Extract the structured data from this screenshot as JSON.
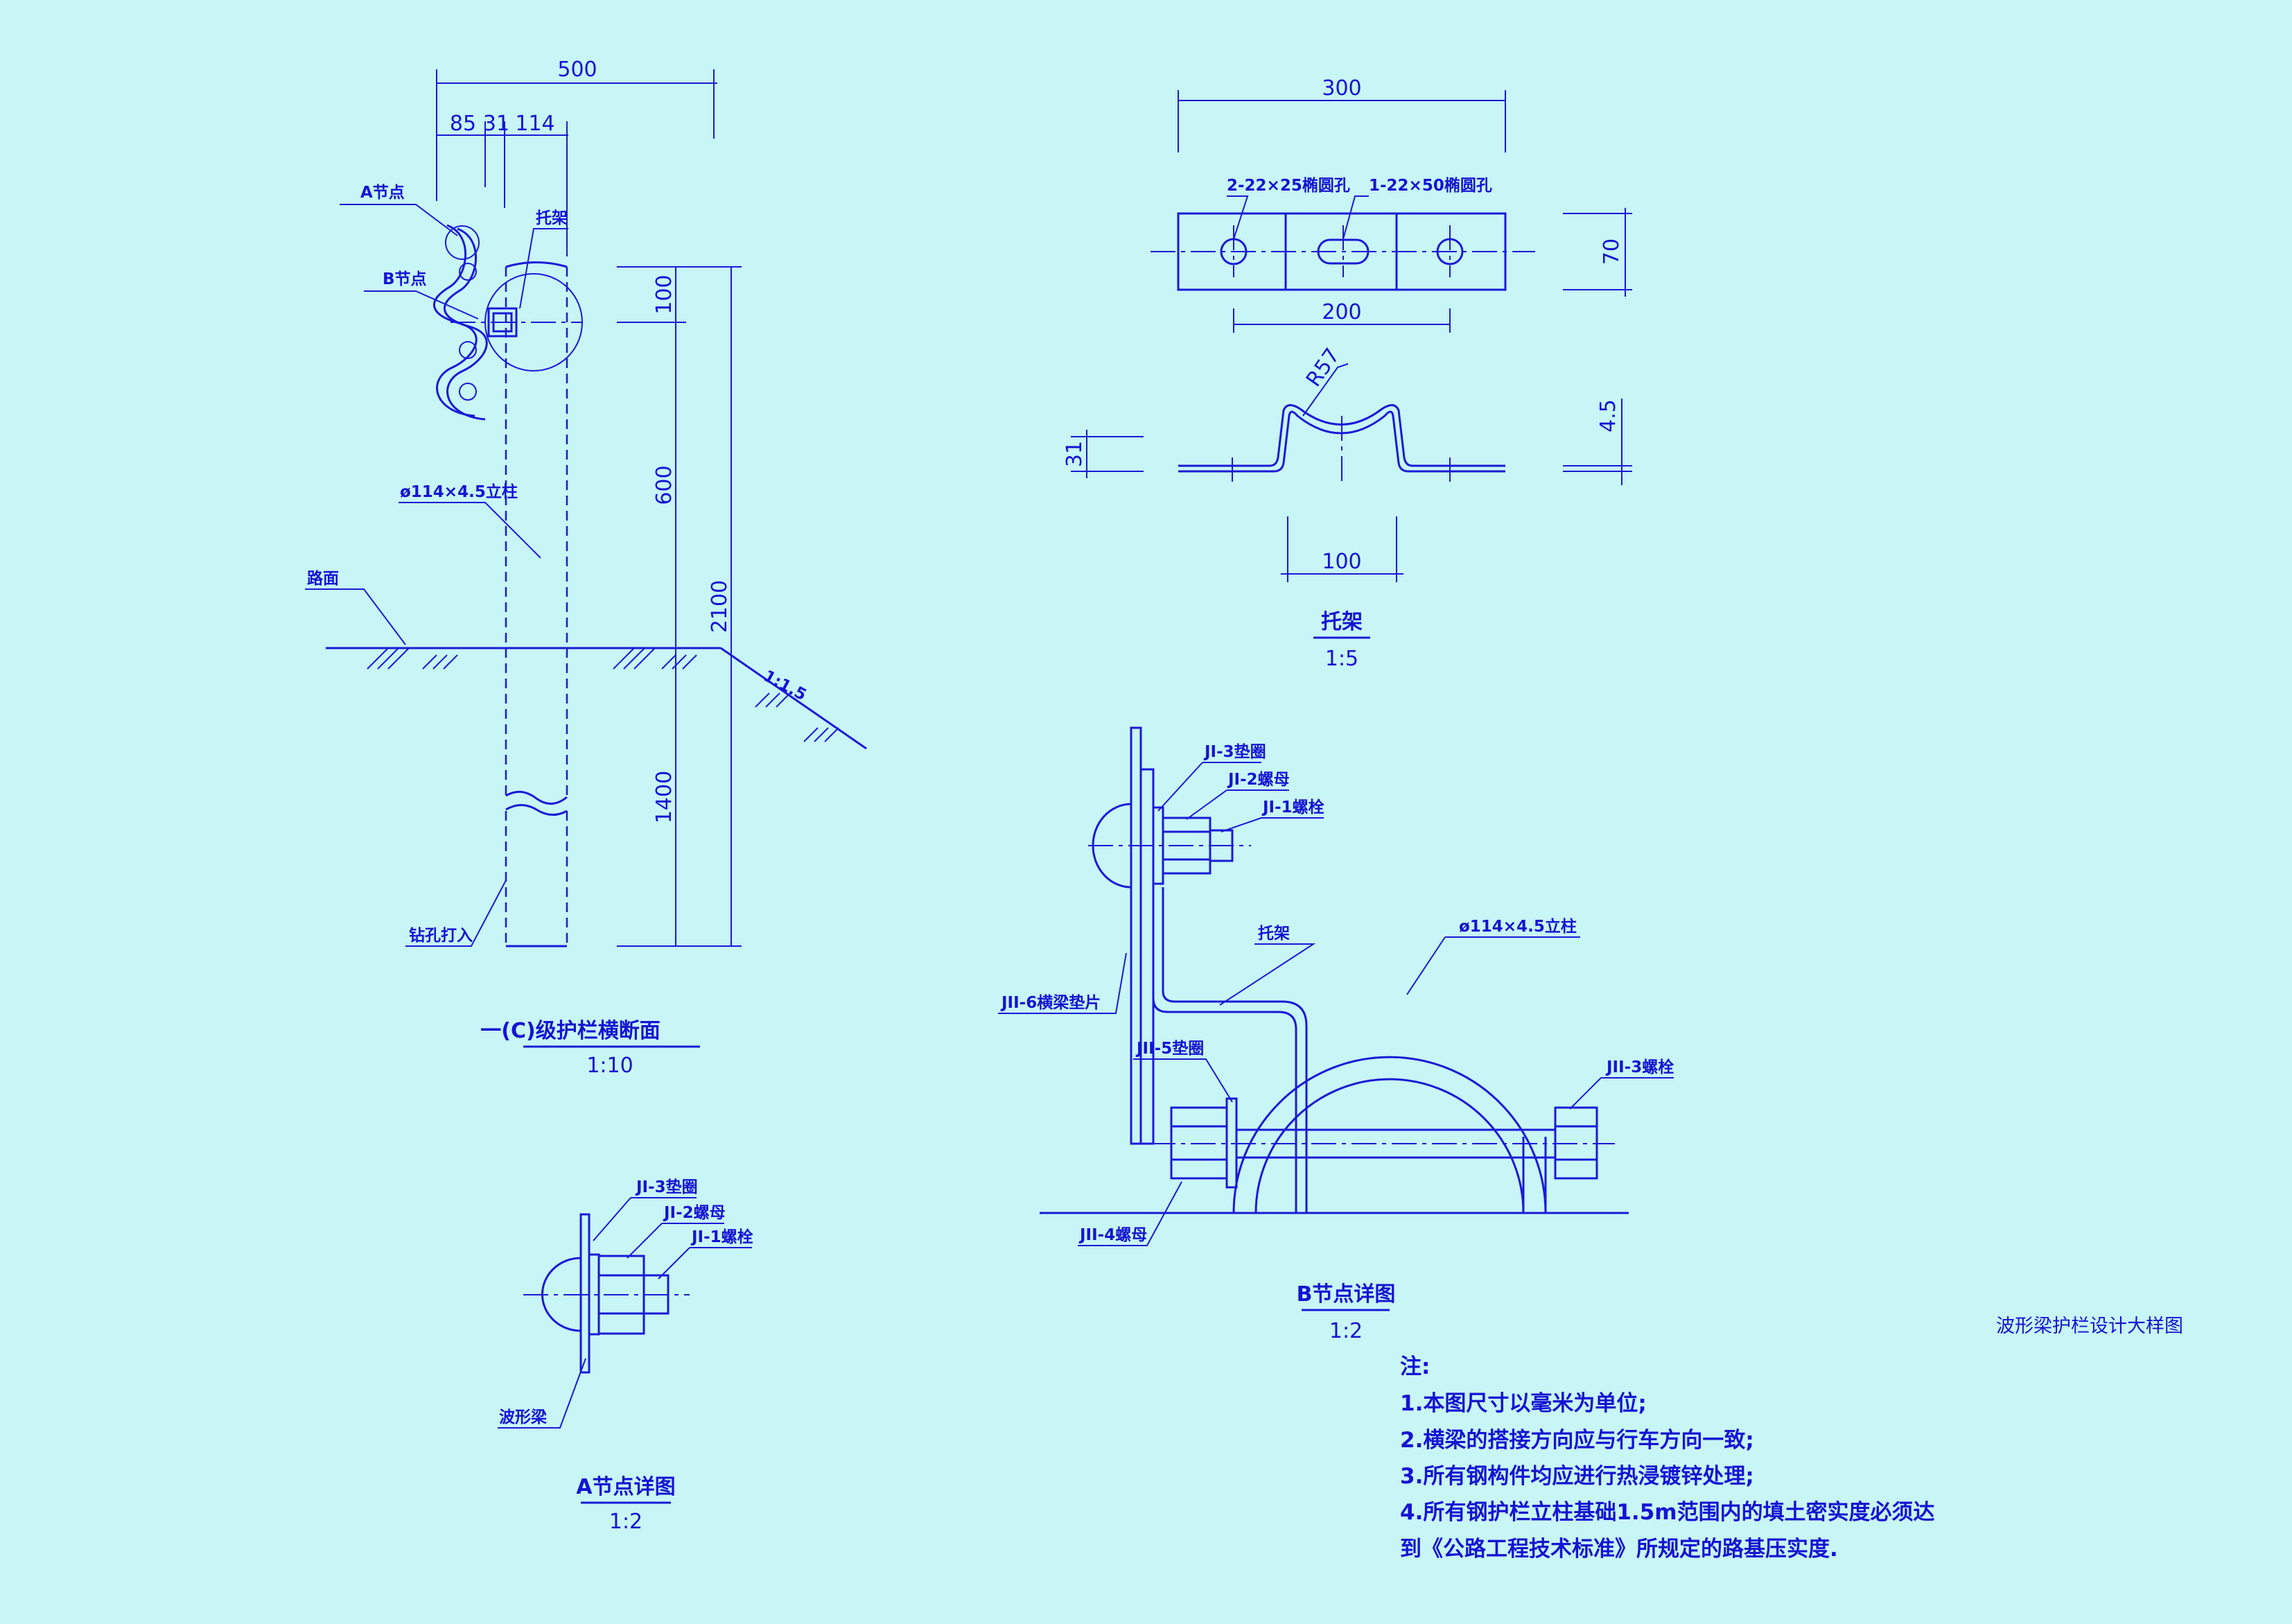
{
  "colors": {
    "background": "#c8f5f5",
    "line": "#1a1ad6"
  },
  "drawing_title": "波形梁护栏设计大样图",
  "section": {
    "title": "一(C)级护栏横断面",
    "scale": "1:10",
    "dims": {
      "total_width": "500",
      "d1": "85",
      "d2": "31",
      "d3": "114",
      "d_top": "100",
      "d_mid": "600",
      "d_total": "2100",
      "d_bottom": "1400"
    },
    "labels": {
      "node_a": "A节点",
      "node_b": "B节点",
      "bracket": "托架",
      "post": "ø114×4.5立柱",
      "road": "路面",
      "drilled": "钻孔打入",
      "slope": "1:1.5"
    }
  },
  "bracket": {
    "title": "托架",
    "scale": "1:5",
    "dims": {
      "length": "300",
      "holes_span": "200",
      "height": "70",
      "radius": "R57",
      "thickness": "4.5",
      "flange": "31",
      "width_bottom": "100"
    },
    "labels": {
      "round_holes": "2-22×25椭圆孔",
      "slot_hole": "1-22×50椭圆孔"
    }
  },
  "detail_a": {
    "title": "A节点详图",
    "scale": "1:2",
    "labels": {
      "washer": "JI-3垫圈",
      "nut": "JI-2螺母",
      "bolt": "JI-1螺栓",
      "beam": "波形梁"
    }
  },
  "detail_b": {
    "title": "B节点详图",
    "scale": "1:2",
    "labels": {
      "washer3": "JI-3垫圈",
      "nut2": "JI-2螺母",
      "bolt1": "JI-1螺栓",
      "bracket": "托架",
      "post": "ø114×4.5立柱",
      "spacer6": "JII-6横梁垫片",
      "washer5": "JII-5垫圈",
      "bolt3": "JII-3螺栓",
      "nut4": "JII-4螺母"
    }
  },
  "notes": {
    "heading": "注:",
    "items": [
      "1.本图尺寸以毫米为单位;",
      "2.横梁的搭接方向应与行车方向一致;",
      "3.所有钢构件均应进行热浸镀锌处理;",
      "4.所有钢护栏立柱基础1.5m范围内的填土密实度必须达",
      "到《公路工程技术标准》所规定的路基压实度."
    ]
  }
}
